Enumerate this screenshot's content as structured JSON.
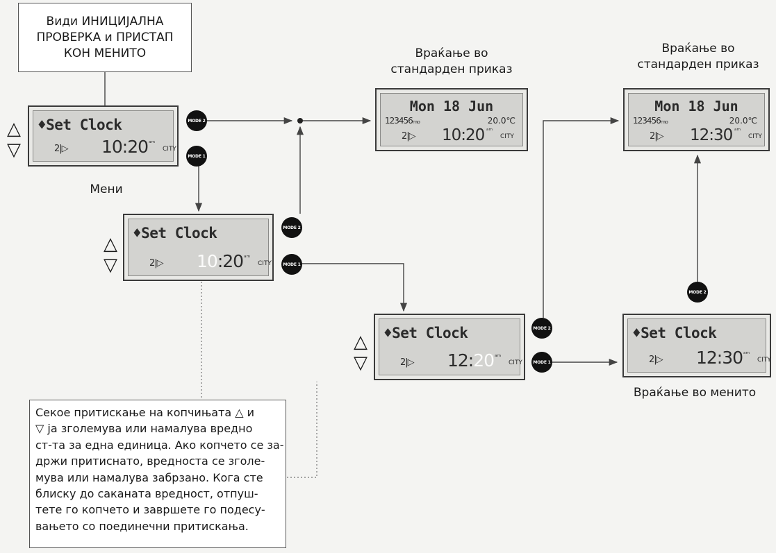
{
  "title_box": {
    "line1": "Види ИНИЦИЈАЛНА",
    "line2": "ПРОВЕРКА и ПРИСТАП",
    "line3": "КОН МЕНИТО"
  },
  "captions": {
    "menu": "Мени",
    "return_standard_1_a": "Враќање во",
    "return_standard_1_b": "стандарден приказ",
    "return_standard_2_a": "Враќање во",
    "return_standard_2_b": "стандарден приказ",
    "return_menu": "Враќање во менито"
  },
  "note": {
    "lines": [
      "Секое притискање на копчињата △ и",
      "▽ ја зголемува или намалува вредно",
      "ст-та за една единица. Ако копчето се за-",
      "држи притиснато, вредноста се зголе-",
      "мува или намалува забрзано. Кога сте",
      "блиску до саканата вредност, отпуш-",
      "тете го копчето и завршете го подесу-",
      "вањето со поединечни притискања."
    ]
  },
  "lcd": {
    "menu_text": "♦Set Clock",
    "level": "2|▷",
    "city": "CITY",
    "sup": "ᵃᵐ",
    "time_1020": "10:20",
    "time_1020_dim_hour": "10",
    "time_1020_min": ":20",
    "time_12": "12:",
    "time_12_dim_min": "20",
    "time_1230": "12:30",
    "date": "Mon 18 Jun",
    "days": "123456ₘₒ",
    "temp": "20.0℃"
  },
  "arrows": {
    "up": "△",
    "down": "▽"
  },
  "buttons": {
    "mode1": "MODE 1",
    "mode2": "MODE 2"
  },
  "colors": {
    "line": "#444444",
    "dotted": "#888888",
    "lcd_bg": "#d3d3d0",
    "button": "#111111"
  }
}
